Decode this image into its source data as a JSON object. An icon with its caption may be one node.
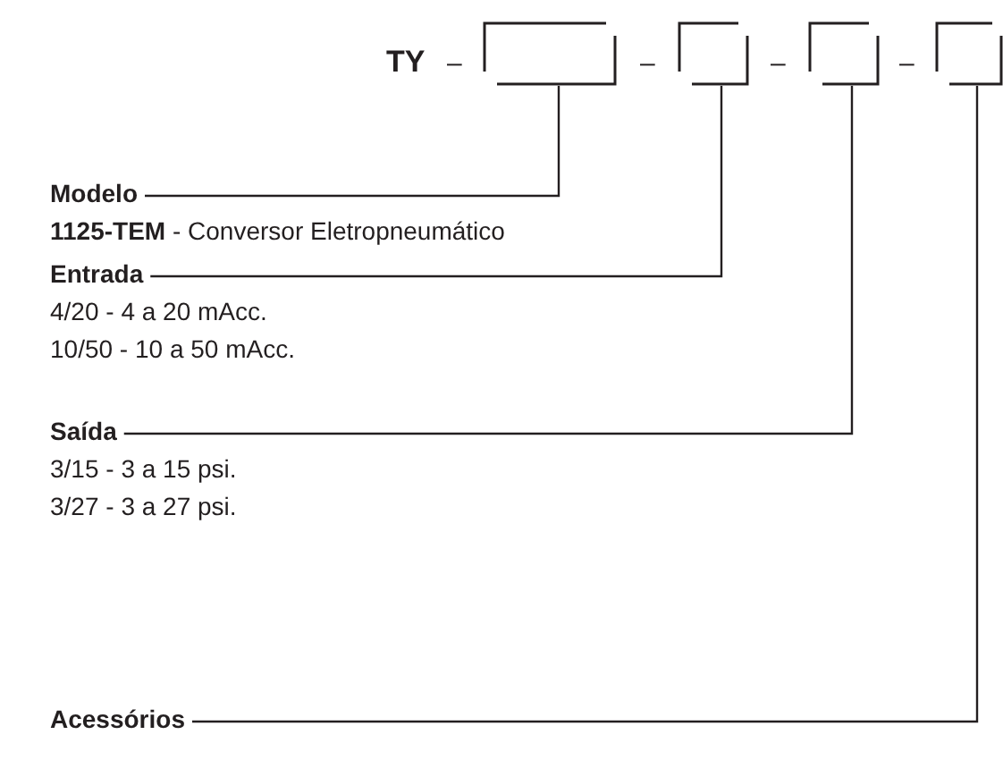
{
  "diagram": {
    "nodes": [
      {
        "text": [],
        "shape": "box"
      },
      {
        "text": [],
        "shape": "box"
      },
      {
        "text": [],
        "shape": "box"
      },
      {
        "text": [],
        "shape": "box"
      },
      {
        "text": [
          "Modelo",
          "**1125-TEM** - Conversor Eletropneumático"
        ]
      },
      {
        "text": [
          "Entrada",
          "4/20 - 4 a 20 mAcc.",
          "10/50 - 10 a 50 mAcc."
        ]
      },
      {
        "text": [
          "Saída",
          "3/15 - 3 a 15 psi.",
          "3/27 - 3 a 27 psi."
        ]
      },
      {
        "text": [
          "Acessórios"
        ]
      }
    ],
    "edges": [
      {
        "from": 4,
        "to": 0,
        "arrow": "none"
      },
      {
        "from": 5,
        "to": 1,
        "arrow": "none"
      },
      {
        "from": 6,
        "to": 2,
        "arrow": "none"
      },
      {
        "from": 7,
        "to": 3,
        "arrow": "none"
      }
    ],
    "labels": [
      "TY",
      "–",
      "–",
      "–",
      "–"
    ]
  }
}
